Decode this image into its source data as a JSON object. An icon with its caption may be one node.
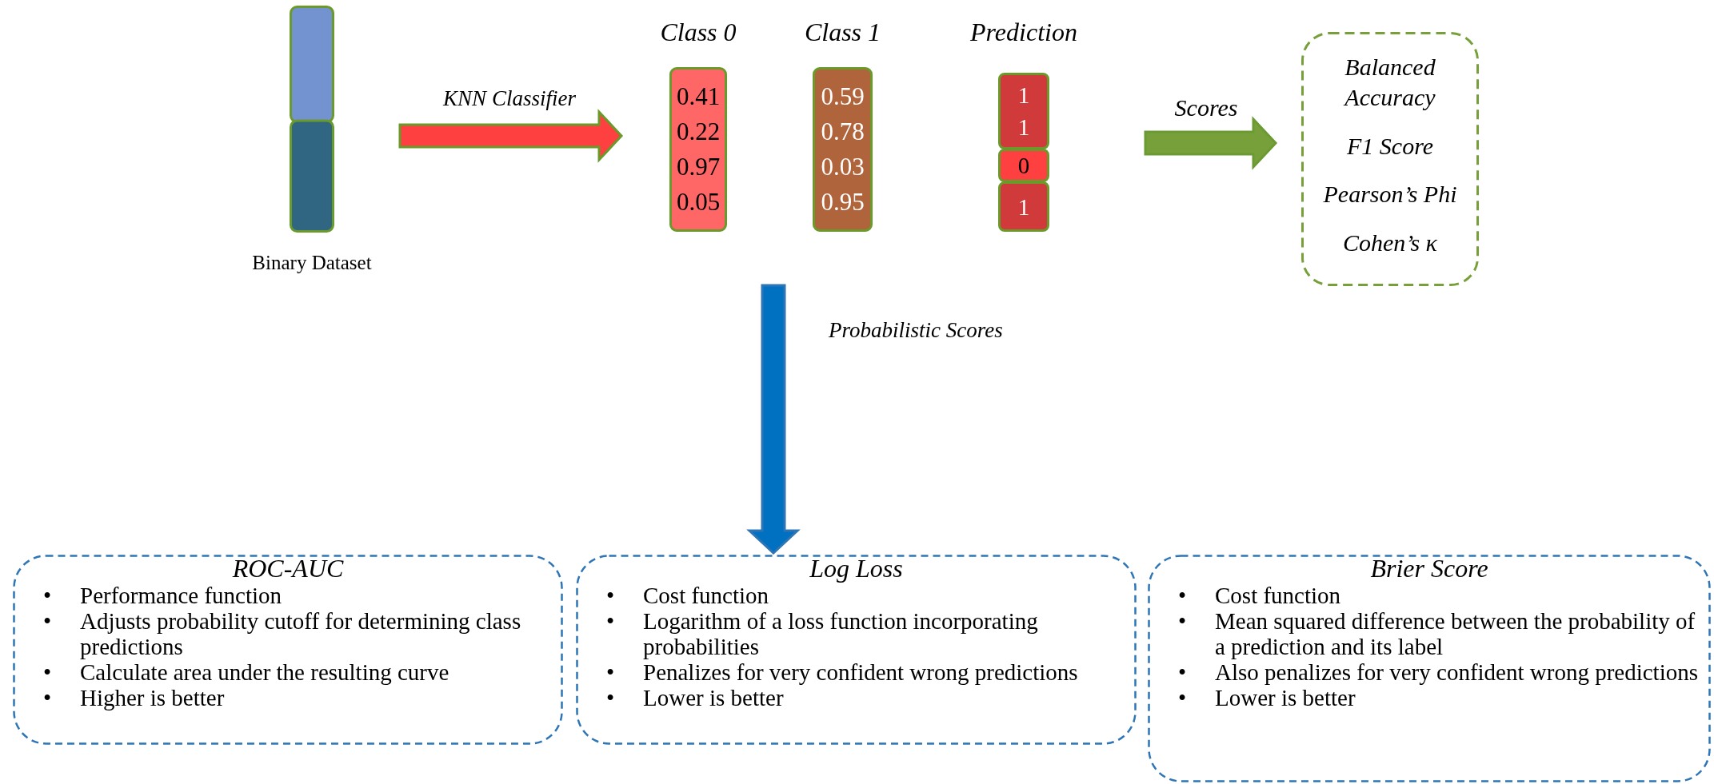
{
  "diagram": {
    "nodes": [
      {
        "text": [],
        "shape": "bar",
        "beside": [
          "Binary Dataset"
        ]
      },
      {
        "text": [
          "Class 0",
          "0.41",
          "0.22",
          "0.97",
          "0.05"
        ]
      },
      {
        "text": [
          "Class 1",
          "0.59",
          "0.78",
          "0.03",
          "0.95"
        ]
      },
      {
        "text": [
          "1",
          "1"
        ],
        "beside": [
          "Prediction"
        ]
      },
      {
        "text": [
          "0"
        ]
      },
      {
        "text": [
          "1"
        ]
      },
      {
        "text": [
          "Balanced Accuracy",
          "F1 Score",
          "Pearson’s Phi",
          "Cohen’s κ"
        ]
      },
      {
        "text": [
          "ROC-AUC",
          "• Performance function",
          "• Adjusts probability cutoff for determining class predictions",
          "• Calculate area under the resulting curve",
          "• Higher is better"
        ]
      },
      {
        "text": [
          "Log Loss",
          "• Cost function",
          "• Logarithm of a loss function incorporating probabilities",
          "• Penalizes for very confident wrong predictions",
          "• Lower is better"
        ]
      },
      {
        "text": [
          "Brier Score",
          "• Cost function",
          "• Mean squared difference between the probability of a prediction and its label",
          "• Also penalizes for very confident wrong predictions",
          "• Lower is better"
        ]
      }
    ],
    "edges": [
      {
        "from": 0,
        "to": 1,
        "arrow": "to",
        "label": "KNN Classifier",
        "style": "thick",
        "color": "#ff4040"
      },
      {
        "from": 3,
        "to": 6,
        "arrow": "to",
        "label": "Scores",
        "style": "thick",
        "color": "#77a03a"
      },
      {
        "from": null,
        "to": 8,
        "arrow": "to",
        "label": "Probabilistic Scores",
        "style": "thick",
        "color": "#0070c0"
      }
    ]
  }
}
